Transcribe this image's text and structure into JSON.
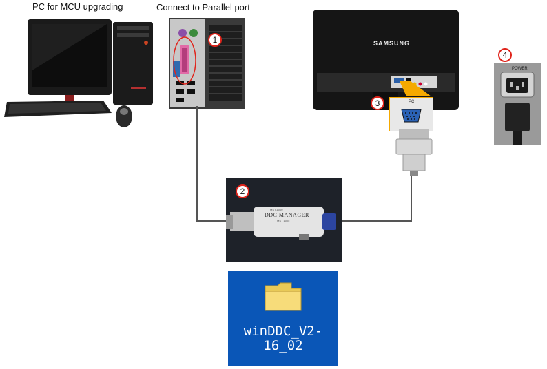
{
  "captions": {
    "pc": "PC for MCU upgrading",
    "parallel": "Connect to Parallel port"
  },
  "badges": [
    "1",
    "2",
    "3",
    "4"
  ],
  "monitor": {
    "brand": "SAMSUNG"
  },
  "labels": {
    "pc_port": "PC",
    "power": "POWER",
    "ddc_brand": "DDC MANAGER",
    "ddc_small": "MST-1000",
    "ddc_small2": "MST 1005"
  },
  "icons": {
    "folder": "folder-icon",
    "computer": "desktop-computer-icon",
    "monitor": "monitor-back-icon",
    "power": "power-socket-icon",
    "adapter": "ddc-adapter-icon"
  },
  "software": {
    "line1": "winDDC_V2-",
    "line2": "16_02"
  },
  "colors": {
    "badge_ring": "#e0241b",
    "folder_bg": "#0a56b7",
    "highlight": "#f5a900",
    "cable": "#555555"
  }
}
